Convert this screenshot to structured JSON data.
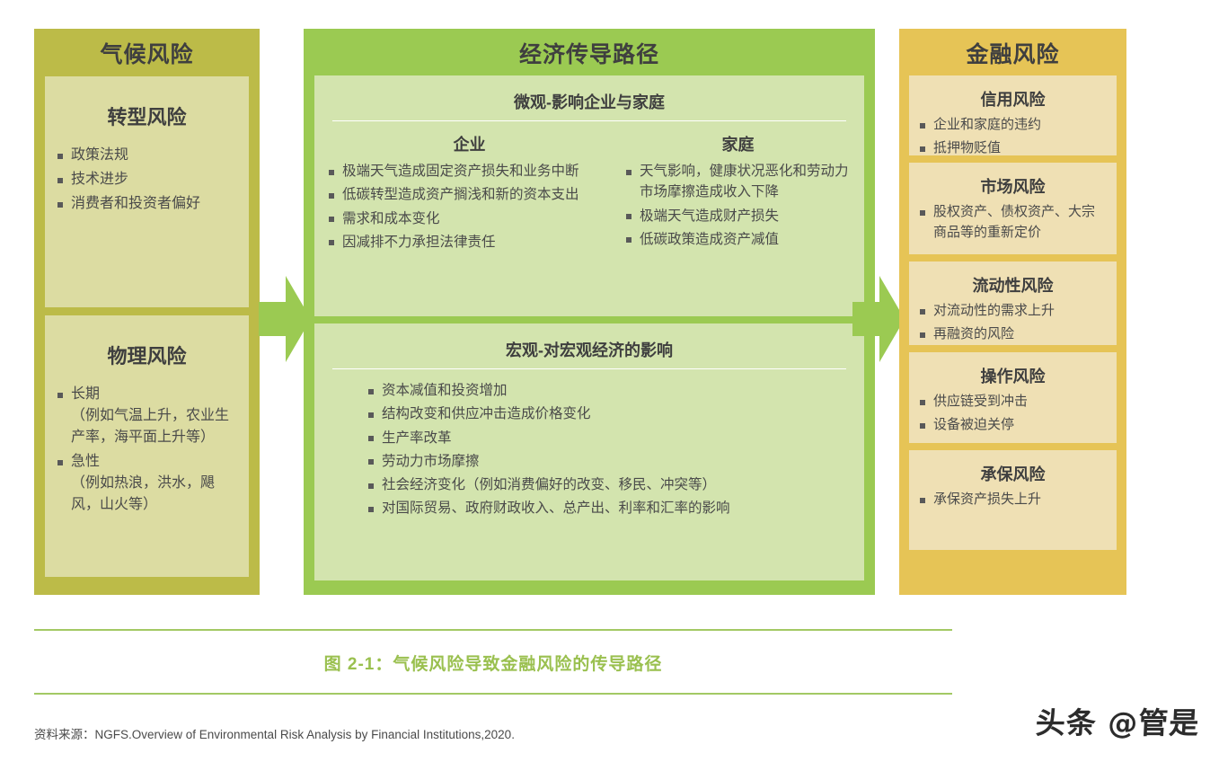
{
  "colors": {
    "climate_bg": "#bcbb48",
    "climate_card": "#dcdca2",
    "path_bg": "#9bca52",
    "path_panel": "#d3e4ae",
    "finance_bg": "#e6c456",
    "finance_card": "#efe0b4",
    "arrow": "#9bca52",
    "caption_green": "#9ac04f",
    "rule_green": "#a3c964",
    "text": "#4a4a4a"
  },
  "climate": {
    "title": "气候风险",
    "cards": [
      {
        "title": "转型风险",
        "bullets": [
          "政策法规",
          "技术进步",
          "消费者和投资者偏好"
        ]
      },
      {
        "title": "物理风险",
        "bullets": [
          {
            "main": "长期",
            "note": "（例如气温上升，农业生产率，海平面上升等）"
          },
          {
            "main": "急性",
            "note": "（例如热浪，洪水，飓风，山火等）"
          }
        ]
      }
    ]
  },
  "path": {
    "title": "经济传导路径",
    "micro": {
      "title": "微观-影响企业与家庭",
      "columns": [
        {
          "title": "企业",
          "bullets": [
            "极端天气造成固定资产损失和业务中断",
            "低碳转型造成资产搁浅和新的资本支出",
            "需求和成本变化",
            "因减排不力承担法律责任"
          ]
        },
        {
          "title": "家庭",
          "bullets": [
            "天气影响，健康状况恶化和劳动力市场摩擦造成收入下降",
            "极端天气造成财产损失",
            "低碳政策造成资产减值"
          ]
        }
      ]
    },
    "macro": {
      "title": "宏观-对宏观经济的影响",
      "bullets": [
        "资本减值和投资增加",
        "结构改变和供应冲击造成价格变化",
        "生产率改革",
        "劳动力市场摩擦",
        "社会经济变化（例如消费偏好的改变、移民、冲突等）",
        "对国际贸易、政府财政收入、总产出、利率和汇率的影响"
      ]
    }
  },
  "finance": {
    "title": "金融风险",
    "cards": [
      {
        "title": "信用风险",
        "bullets": [
          "企业和家庭的违约",
          "抵押物贬值"
        ]
      },
      {
        "title": "市场风险",
        "bullets": [
          "股权资产、债权资产、大宗商品等的重新定价"
        ]
      },
      {
        "title": "流动性风险",
        "bullets": [
          "对流动性的需求上升",
          "再融资的风险"
        ]
      },
      {
        "title": "操作风险",
        "bullets": [
          "供应链受到冲击",
          "设备被迫关停"
        ]
      },
      {
        "title": "承保风险",
        "bullets": [
          "承保资产损失上升"
        ]
      }
    ]
  },
  "arrows": [
    {
      "name": "arrow-climate-to-path"
    },
    {
      "name": "arrow-path-to-finance"
    }
  ],
  "caption": "图 2-1：气候风险导致金融风险的传导路径",
  "source": {
    "label": "资料来源：",
    "reference": "NGFS.Overview of Environmental Risk Analysis by Financial Institutions,2020."
  },
  "watermark": "头条 @管是"
}
